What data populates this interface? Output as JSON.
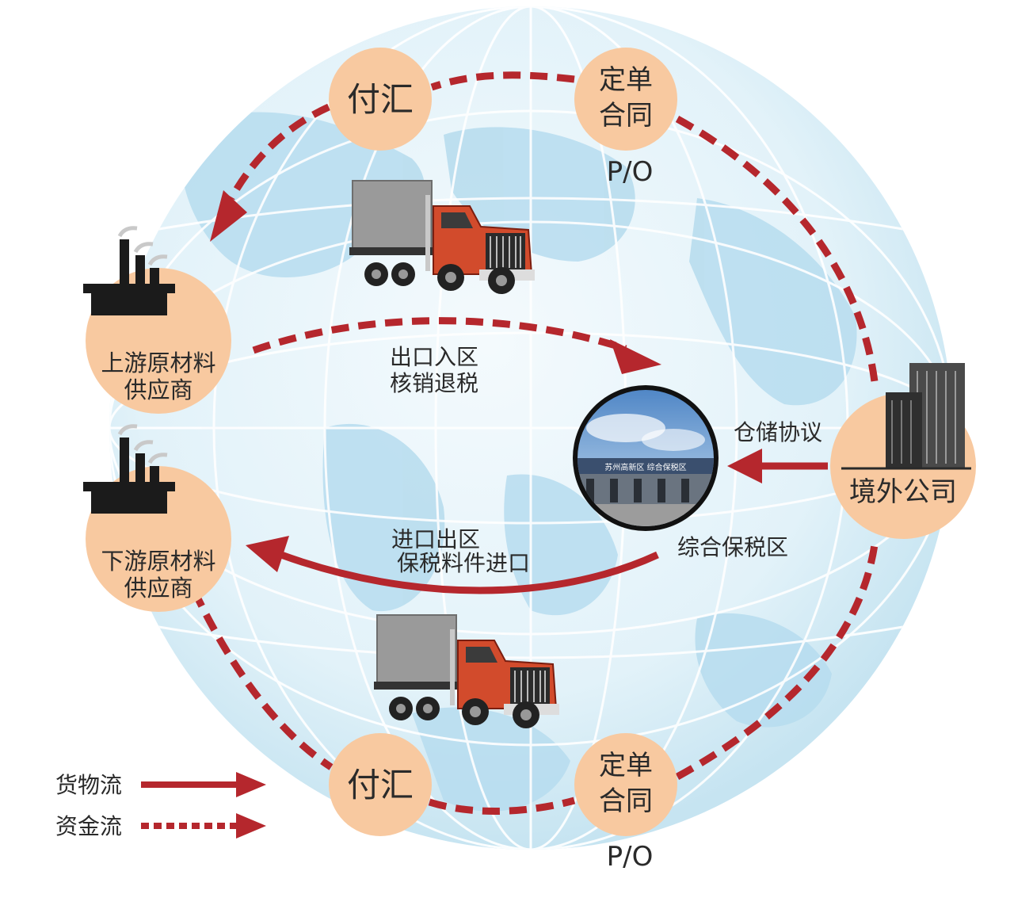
{
  "colors": {
    "orange": "#F8C9A0",
    "arrow_red": "#B5272D",
    "globe_light": "#DDF0F7",
    "globe_line": "#FFFFFF",
    "land": "#A9D8EC",
    "text": "#2A2A2A",
    "factory": "#1B1B1B",
    "building": "#444444"
  },
  "circles": {
    "pay_top": {
      "label": "付汇"
    },
    "order_top": {
      "line1": "定单",
      "line2": "合同",
      "caption": "P/O"
    },
    "pay_bottom": {
      "label": "付汇"
    },
    "order_bottom": {
      "line1": "定单",
      "line2": "合同",
      "caption": "P/O"
    }
  },
  "nodes": {
    "upstream": {
      "line1": "上游原材料",
      "line2": "供应商"
    },
    "downstream": {
      "line1": "下游原材料",
      "line2": "供应商"
    },
    "overseas": {
      "label": "境外公司"
    },
    "bonded_zone": {
      "label": "综合保税区",
      "sign_text": "苏州高新区 综合保税区"
    }
  },
  "flows": {
    "export_line1": "出口入区",
    "export_line2": "核销退税",
    "storage": "仓储协议",
    "import_line1": "进口出区",
    "import_line2": "保税料件进口"
  },
  "legend": {
    "goods": "货物流",
    "money": "资金流"
  },
  "icons": {
    "truck": "truck-icon",
    "factory": "factory-icon",
    "building": "office-building-icon",
    "photo": "bonded-zone-photo"
  }
}
